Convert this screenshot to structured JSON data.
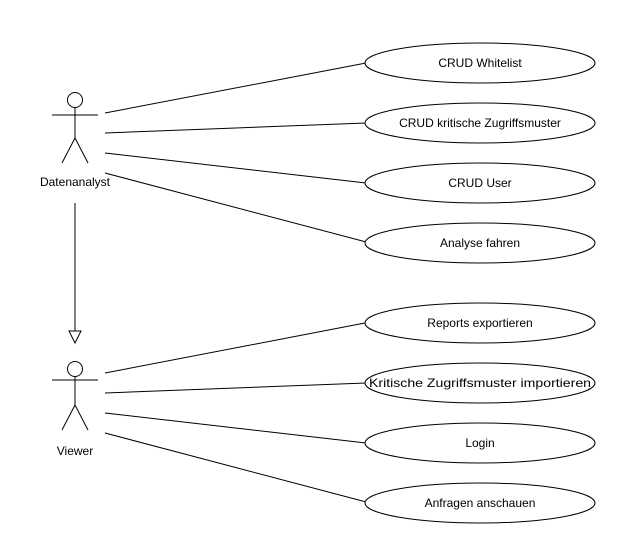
{
  "actors": [
    {
      "id": "datenanalyst",
      "label": "Datenanalyst"
    },
    {
      "id": "viewer",
      "label": "Viewer"
    }
  ],
  "use_cases": [
    {
      "id": "crud-whitelist",
      "label": "CRUD Whitelist",
      "actor": "datenanalyst"
    },
    {
      "id": "crud-kritische-zugriffsmuster",
      "label": "CRUD kritische Zugriffsmuster",
      "actor": "datenanalyst"
    },
    {
      "id": "crud-user",
      "label": "CRUD User",
      "actor": "datenanalyst"
    },
    {
      "id": "analyse-fahren",
      "label": "Analyse fahren",
      "actor": "datenanalyst"
    },
    {
      "id": "reports-exportieren",
      "label": "Reports exportieren",
      "actor": "viewer"
    },
    {
      "id": "kritische-zugriffsmuster-importieren",
      "label": "Kritische Zugriffsmuster importieren",
      "actor": "viewer"
    },
    {
      "id": "login",
      "label": "Login",
      "actor": "viewer"
    },
    {
      "id": "anfragen-anschauen",
      "label": "Anfragen anschauen",
      "actor": "viewer"
    }
  ],
  "generalizations": [
    {
      "from": "datenanalyst",
      "to": "viewer"
    }
  ]
}
